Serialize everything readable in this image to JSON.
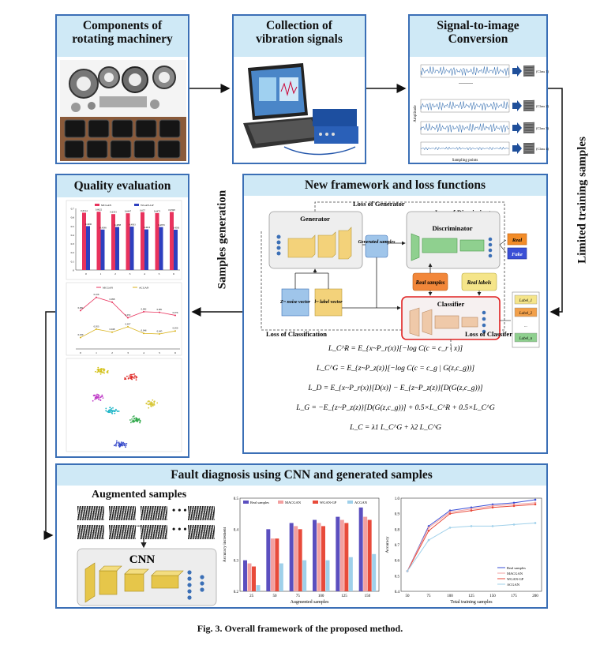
{
  "panels": {
    "components": {
      "title_l1": "Components of",
      "title_l2": "rotating machinery"
    },
    "collection": {
      "title_l1": "Collection of",
      "title_l2": "vibration signals"
    },
    "conversion": {
      "title_l1": "Signal-to-image",
      "title_l2": "Conversion",
      "y_label": "Amplitude",
      "x_label": "Sampling points",
      "class_labels": [
        "(Class 1)",
        "(Class 2)",
        "(Class 3)",
        "(Class 4)"
      ],
      "dots": "........."
    },
    "quality": {
      "title": "Quality evaluation"
    },
    "framework": {
      "title": "New framework and loss functions",
      "loss_generator": "Loss of Generator",
      "loss_discriminator": "Loss of Discriminator",
      "generator": "Generator",
      "discriminator": "Discriminator",
      "generated_samples": "Generated samples",
      "real": "Real",
      "fake": "Fake",
      "real_samples": "Real samples",
      "real_labels": "Real labels",
      "classifier": "Classifier",
      "noise_vector": "Z~ noise vector",
      "label_vector": "l~ label vector",
      "class_labels": [
        "Label_1",
        "Label_2",
        "...",
        "Label_n"
      ],
      "loss_classification": "Loss of Classification",
      "loss_classifier": "Loss of Classifer",
      "equations": [
        "L_C^R = E_{x~P_r(x)}[−log C(c = c_r | x)]",
        "L_C^G = E_{z~P_z(z)}[−log C(c = c_g | G(z,c_g))]",
        "L_D = E_{x~P_r(x)}[D(x)] − E_{z~P_z(z)}[D(G(z,c_g))]",
        "L_G = −E_{z~P_z(z)}[D(G(z,c_g))] + 0.5×L_C^R + 0.5×L_C^G",
        "L_C = λ1 L_C^G + λ2 L_C^G"
      ]
    },
    "diagnosis": {
      "title": "Fault diagnosis using CNN and generated samples",
      "augmented_samples": "Augmented samples",
      "cnn": "CNN",
      "dots": "........"
    }
  },
  "side_labels": {
    "samples_generation": "Samples generation",
    "limited_training": "Limited training samples"
  },
  "caption": "Fig. 3.  Overall framework of the proposed method.",
  "colors": {
    "border": "#3b6fb6",
    "header_bg": "#cfe9f6",
    "mcgan": "#e8335d",
    "wgan": "#2e3fbf",
    "real_box": "#f28c28",
    "fake_box": "#3a4fd6",
    "classifier_border": "#e02020"
  },
  "chart_data": [
    {
      "type": "bar",
      "series": [
        {
          "name": "MCGAN",
          "values": [
            0.6514,
            0.6622,
            0.6353,
            0.6447,
            0.657,
            0.6473,
            0.6598
          ]
        },
        {
          "name": "WGAN-GP",
          "values": [
            0.499,
            0.4598,
            0.4888,
            0.4933,
            0.4616,
            0.4879,
            0.4583
          ]
        }
      ],
      "categories": [
        "0",
        "1",
        "2",
        "3",
        "4",
        "5",
        "6"
      ],
      "data_labels_mcgan": [
        "0.6514",
        "0.6622",
        "0.6353",
        "0.6447",
        "0.657",
        "0.6473",
        "0.6598"
      ],
      "data_labels_wgan": [
        "0.4990",
        "0.4598",
        "0.4888",
        "0.4933",
        "0.4616",
        "0.4879",
        "0.4583"
      ],
      "ylim": [
        0,
        0.7
      ],
      "yticks": [
        "0",
        "0.1",
        "0.2",
        "0.3",
        "0.4",
        "0.5",
        "0.6",
        "0.7"
      ]
    },
    {
      "type": "line",
      "series": [
        {
          "name": "MCGAN",
          "values": [
            0.084,
            0.106,
            0.098,
            0.072,
            0.082,
            0.081,
            0.076
          ]
        },
        {
          "name": "ACGAN",
          "values": [
            0.039,
            0.053,
            0.048,
            0.057,
            0.046,
            0.045,
            0.05
          ]
        }
      ],
      "categories": [
        "0",
        "1",
        "2",
        "3",
        "4",
        "5",
        "6"
      ]
    },
    {
      "type": "scatter",
      "clusters": [
        {
          "color": "#d4c21a",
          "x": -15,
          "y": 25
        },
        {
          "color": "#e0312e",
          "x": 5,
          "y": 20
        },
        {
          "color": "#c03fc8",
          "x": -18,
          "y": 5
        },
        {
          "color": "#1fb6c8",
          "x": -8,
          "y": -5
        },
        {
          "color": "#d8c83a",
          "x": 18,
          "y": 0
        },
        {
          "color": "#2fa84a",
          "x": 8,
          "y": -12
        },
        {
          "color": "#3347c9",
          "x": -2,
          "y": -30
        }
      ]
    },
    {
      "type": "bar",
      "title": "",
      "xlabel": "Augmented samples",
      "ylabel": "Accuracy increment",
      "categories": [
        "25",
        "50",
        "75",
        "100",
        "125",
        "150"
      ],
      "series": [
        {
          "name": "Real samples",
          "values": [
            0.3,
            0.4,
            0.42,
            0.43,
            0.44,
            0.47
          ]
        },
        {
          "name": "MACGAN",
          "values": [
            0.29,
            0.37,
            0.41,
            0.42,
            0.43,
            0.44
          ]
        },
        {
          "name": "WGAN-GP",
          "values": [
            0.28,
            0.37,
            0.4,
            0.41,
            0.42,
            0.43
          ]
        },
        {
          "name": "ACGAN",
          "values": [
            0.22,
            0.29,
            0.3,
            0.3,
            0.31,
            0.32
          ]
        }
      ],
      "ylim": [
        0.2,
        0.5
      ],
      "yticks": [
        "0.2",
        "0.3",
        "0.4",
        "0.5"
      ]
    },
    {
      "type": "line",
      "xlabel": "Total training samples",
      "ylabel": "Accuracy",
      "x": [
        50,
        75,
        100,
        125,
        150,
        175,
        200
      ],
      "series": [
        {
          "name": "Real samples",
          "values": [
            0.53,
            0.82,
            0.92,
            0.94,
            0.96,
            0.97,
            0.99
          ]
        },
        {
          "name": "MACGAN",
          "values": [
            0.53,
            0.81,
            0.91,
            0.93,
            0.95,
            0.96,
            0.97
          ]
        },
        {
          "name": "WGAN-GP",
          "values": [
            0.53,
            0.79,
            0.9,
            0.92,
            0.94,
            0.95,
            0.96
          ]
        },
        {
          "name": "ACGAN",
          "values": [
            0.53,
            0.73,
            0.81,
            0.82,
            0.82,
            0.83,
            0.84
          ]
        }
      ],
      "xticks": [
        "50",
        "75",
        "100",
        "125",
        "150",
        "175",
        "200"
      ],
      "ylim": [
        0.4,
        1.0
      ],
      "yticks": [
        "0.4",
        "0.5",
        "0.6",
        "0.7",
        "0.8",
        "0.9",
        "1.0"
      ]
    }
  ]
}
